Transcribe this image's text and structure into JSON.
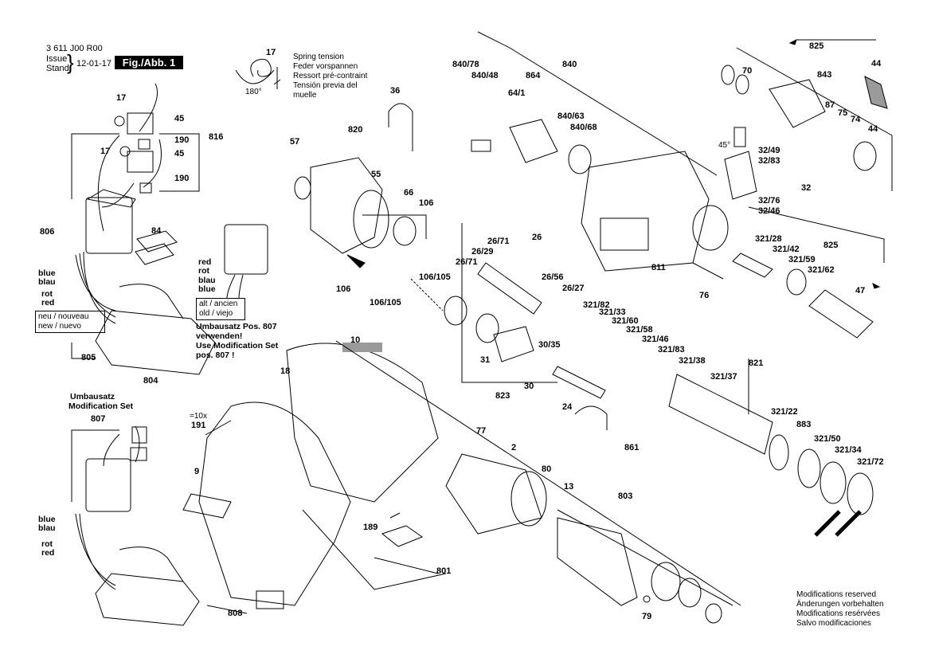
{
  "header": {
    "doc_number": "3 611 J00 R00",
    "issue_label_en": "Issue",
    "issue_label_de": "Stand",
    "issue_date": "12-01-17",
    "figure": "Fig./Abb. 1"
  },
  "spring_note": {
    "part": "17",
    "angle": "180°",
    "lines": [
      "Spring tension",
      "Feder vorspannen",
      "Ressort pré-contraint",
      "Tensión previa del",
      "muelle"
    ]
  },
  "wire_colors": {
    "blue": "blue",
    "blau": "blau",
    "rot": "rot",
    "red": "red",
    "red2": "red",
    "rot2": "rot",
    "blau2": "blau",
    "blue2": "blue"
  },
  "legacy_box": {
    "line1": "neu / nouveau",
    "line2": "new / nuevo"
  },
  "alt_box": {
    "line1": "alt / ancien",
    "line2": "old / viejo"
  },
  "modset_note": {
    "lines": [
      "Umbausatz Pos. 807",
      "verwenden!",
      "Use Modification Set",
      "pos. 807 !"
    ]
  },
  "modset_title": {
    "line1": "Umbausatz",
    "line2": "Modification Set",
    "number": "807"
  },
  "qty_note": "=10x",
  "footer": [
    "Modifications reserved",
    "Änderungen vorbehalten",
    "Modifications resérvées",
    "Salvo modificaciones"
  ],
  "labels": {
    "p816": "816",
    "p17a": "17",
    "p45a": "45",
    "p190a": "190",
    "p17b": "17",
    "p45b": "45",
    "p190b": "190",
    "p806": "806",
    "p84": "84",
    "p805": "805",
    "p804": "804",
    "p191": "191",
    "p9": "9",
    "p808": "808",
    "p18": "18",
    "p10": "10",
    "p189": "189",
    "p801": "801",
    "p57": "57",
    "p820": "820",
    "p55": "55",
    "p66": "66",
    "p106a": "106",
    "p36": "36",
    "p106b": "106",
    "p106_105a": "106/105",
    "p106_105b": "106/105",
    "p840_78": "840/78",
    "p840_48": "840/48",
    "p864": "864",
    "p840": "840",
    "p64_1": "64/1",
    "p840_63": "840/63",
    "p840_68": "840/68",
    "p811": "811",
    "p76": "76",
    "p26_71a": "26/71",
    "p26_29": "26/29",
    "p26_71b": "26/71",
    "p26": "26",
    "p26_56": "26/56",
    "p26_27": "26/27",
    "p31": "31",
    "p30_35": "30/35",
    "p30": "30",
    "p823": "823",
    "p24": "24",
    "p861": "861",
    "p77": "77",
    "p2": "2",
    "p80": "80",
    "p13": "13",
    "p803": "803",
    "p79": "79",
    "p825a": "825",
    "p70": "70",
    "p843": "843",
    "p44a": "44",
    "p87": "87",
    "p75": "75",
    "p74": "74",
    "p44b": "44",
    "p32_49": "32/49",
    "p32_83": "32/83",
    "p32": "32",
    "p32_76": "32/76",
    "p32_46": "32/46",
    "p45deg": "45°",
    "p321_28": "321/28",
    "p321_42": "321/42",
    "p825b": "825",
    "p321_59": "321/59",
    "p321_62": "321/62",
    "p47": "47",
    "p321_82": "321/82",
    "p321_33": "321/33",
    "p321_60": "321/60",
    "p321_58": "321/58",
    "p321_46": "321/46",
    "p321_83": "321/83",
    "p321_38": "321/38",
    "p321_37": "321/37",
    "p821": "821",
    "p321_22": "321/22",
    "p883": "883",
    "p321_50": "321/50",
    "p321_34": "321/34",
    "p321_72": "321/72"
  },
  "colors": {
    "ink": "#000000",
    "paper": "#ffffff",
    "shade": "#9a9a9a"
  }
}
